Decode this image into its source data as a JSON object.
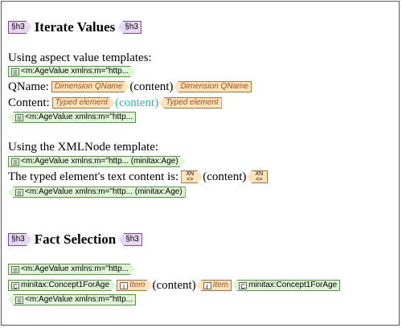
{
  "sections": {
    "iterate": {
      "h3_tag": "h3",
      "heading": "Iterate Values",
      "intro1": "Using aspect value templates:",
      "tag_agevalue": "<m:AgeValue xmlns:m=\"http...",
      "qname_label": "QName:",
      "dimension_qname": "Dimension QName",
      "content_placeholder": "(content)",
      "content_label": "Content:",
      "typed_element": "Typed element",
      "intro2": "Using the XMLNode template:",
      "tag_agevalue_full": "<m:AgeValue xmlns:m=\"http... (minitax:Age)",
      "typed_text_label": "The typed element's text content is:",
      "xn_label_top": "XN",
      "xn_label_bottom": "<>"
    },
    "fact": {
      "h3_tag": "h3",
      "heading": "Fact Selection",
      "tag_agevalue": "<m:AgeValue xmlns:m=\"http...",
      "concept": "minitax:Concept1ForAge",
      "item": "Item",
      "content_placeholder": "(content)"
    }
  },
  "icons": {
    "grid": "grid-icon",
    "item": "i",
    "concept": "C"
  }
}
